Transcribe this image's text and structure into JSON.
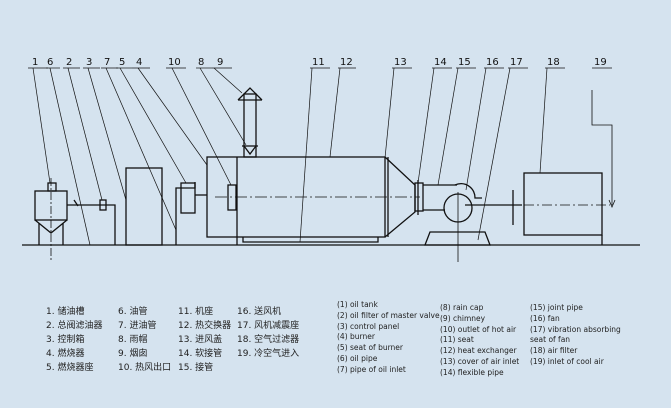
{
  "callouts": [
    "1",
    "6",
    "2",
    "3",
    "7",
    "5",
    "4",
    "10",
    "8",
    "9",
    "11",
    "12",
    "13",
    "14",
    "15",
    "16",
    "17",
    "18",
    "19"
  ],
  "legend_cn": [
    [
      "1. 储油槽",
      "2. 总阀滤油器",
      "3. 控制箱",
      "4. 燃烧器",
      "5. 燃烧器座"
    ],
    [
      "6. 油管",
      "7. 进油管",
      "8. 雨帽",
      "9. 烟囱",
      "10. 热风出口"
    ],
    [
      "11. 机座",
      "12. 热交换器",
      "13. 进风盖",
      "14. 软接管",
      "15. 接管"
    ],
    [
      "16. 送风机",
      "17. 风机减震座",
      "18. 空气过滤器",
      "19. 冷空气进入"
    ]
  ],
  "legend_en": [
    [
      "(1) oil tank",
      "(2) oil filter of master valve",
      "(3) control panel",
      "(4) burner",
      "(5) seat of burner",
      "(6) oil pipe",
      "(7) pipe of oil inlet"
    ],
    [
      "(8) rain cap",
      "(9) chimney",
      "(10) outlet of hot air",
      "(11) seat",
      "(12) heat exchanger",
      "(13) cover of air inlet",
      "(14) flexible pipe"
    ],
    [
      "(15) joint pipe",
      "(16) fan",
      "(17) vibration absorbing",
      "seat of fan",
      "(18) air filter",
      "(19) inlet of cool air"
    ]
  ]
}
